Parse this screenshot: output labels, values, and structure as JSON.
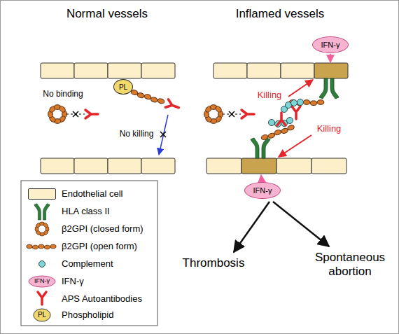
{
  "diagram": {
    "nodes": [
      {
        "text": [
          "IFN-γ"
        ]
      },
      {
        "text": [
          "PL"
        ]
      },
      {
        "text": [
          "IFN-γ"
        ]
      }
    ],
    "labels": [
      "Normal vessels",
      "Inflamed vessels",
      "No binding",
      "Killing",
      "Killing",
      "No killing",
      "Thrombosis",
      "Spontaneous abortion",
      "IFN-γ",
      "PL"
    ],
    "legend": [
      {
        "text": "Endothelial cell",
        "color": "#fcefc9"
      },
      {
        "text": "HLA class II"
      },
      {
        "text": "β2GPI (closed form)"
      },
      {
        "text": "β2GPI (open form)"
      },
      {
        "text": "Complement"
      },
      {
        "text": "IFN-γ"
      },
      {
        "text": "APS Autoantibodies"
      },
      {
        "text": "Phospholipid"
      }
    ]
  }
}
